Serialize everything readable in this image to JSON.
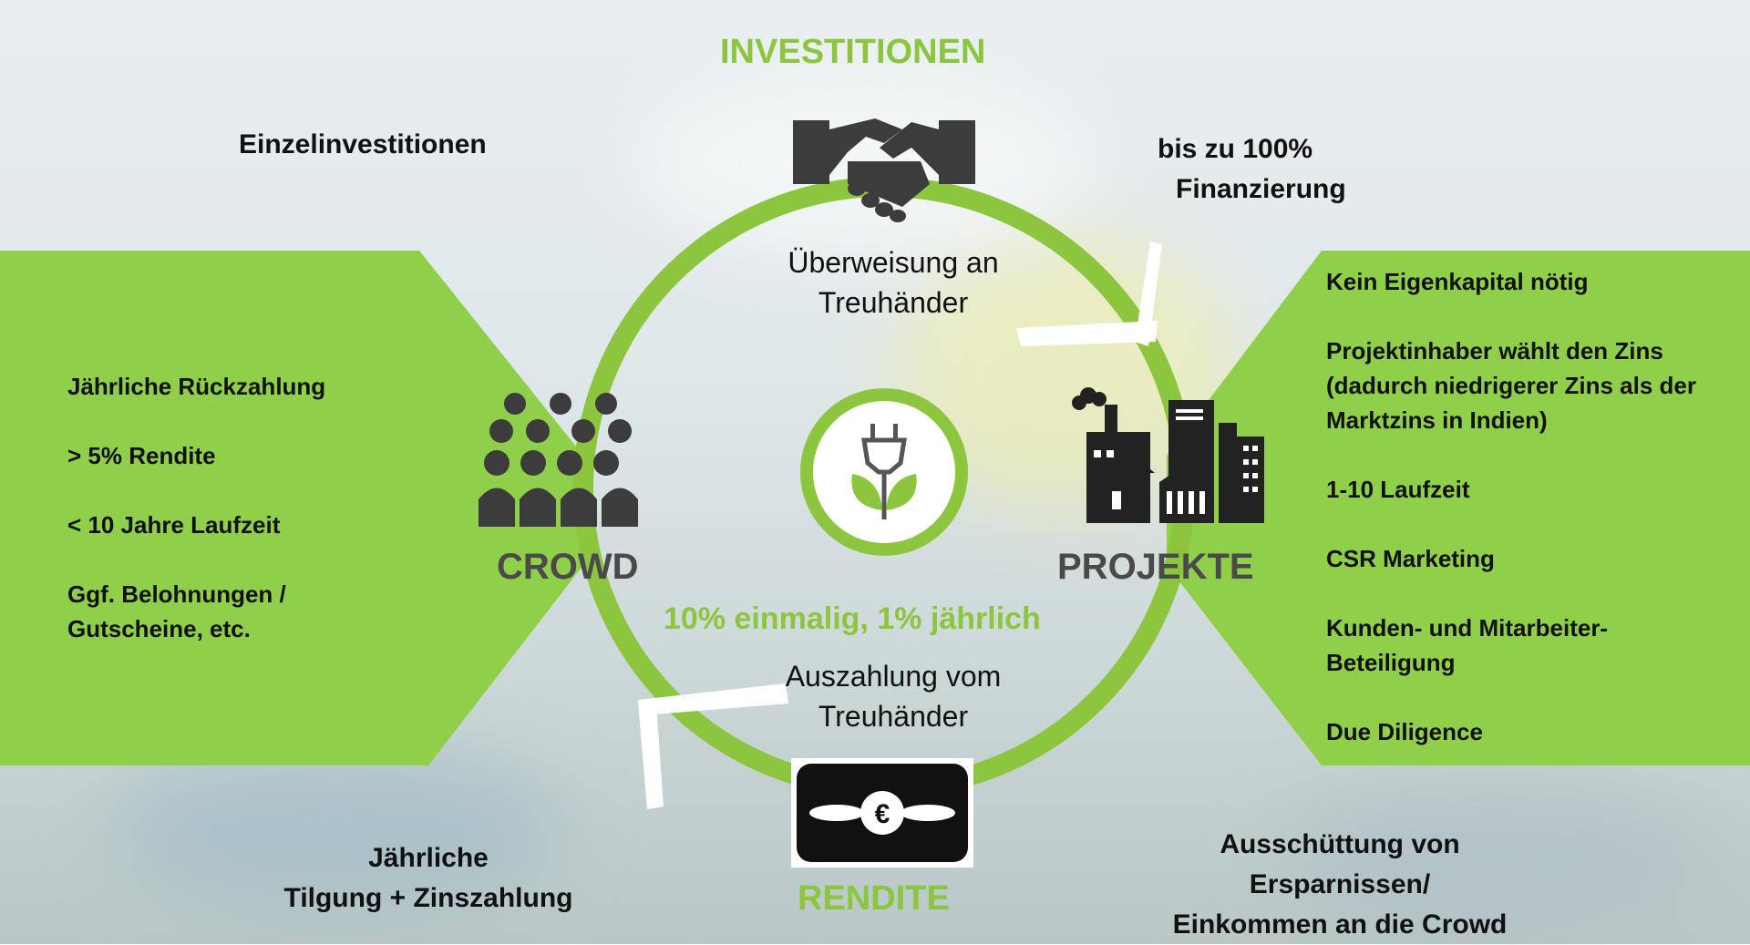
{
  "diagram": {
    "top_heading": "INVESTITIONEN",
    "bottom_heading": "RENDITE",
    "left_label": "CROWD",
    "right_label": "PROJEKTE",
    "center_fee": "10% einmalig, 1% jährlich",
    "transfer_in": [
      "Überweisung an",
      "Treuhänder"
    ],
    "transfer_out": [
      "Auszahlung vom",
      "Treuhänder"
    ],
    "top_left_note": "Einzelinvestitionen",
    "top_right_note": [
      "bis zu 100%",
      "Finanzierung"
    ],
    "bottom_left_note": [
      "Jährliche",
      "Tilgung + Zinszahlung"
    ],
    "bottom_right_note": [
      "Ausschüttung von",
      "Ersparnissen/",
      "Einkommen an die Crowd"
    ],
    "left_panel": [
      "Jährliche Rückzahlung",
      "> 5% Rendite",
      "< 10 Jahre Laufzeit",
      "Ggf. Belohnungen /",
      "Gutscheine, etc."
    ],
    "right_panel": [
      "Kein Eigenkapital nötig",
      "Projektinhaber wählt den Zins",
      "(dadurch niedrigerer Zins als der",
      "Marktzins in Indien)",
      "1-10 Laufzeit",
      "CSR Marketing",
      "Kunden- und Mitarbeiter-",
      "Beteiligung",
      "Due Diligence"
    ],
    "icons": [
      "handshake-icon",
      "crowd-icon",
      "city-icon",
      "euro-bill-icon",
      "plug-leaf-icon"
    ],
    "colors": {
      "accent_green": "#8cc63f",
      "dark_gray": "#3c3c3c"
    }
  }
}
